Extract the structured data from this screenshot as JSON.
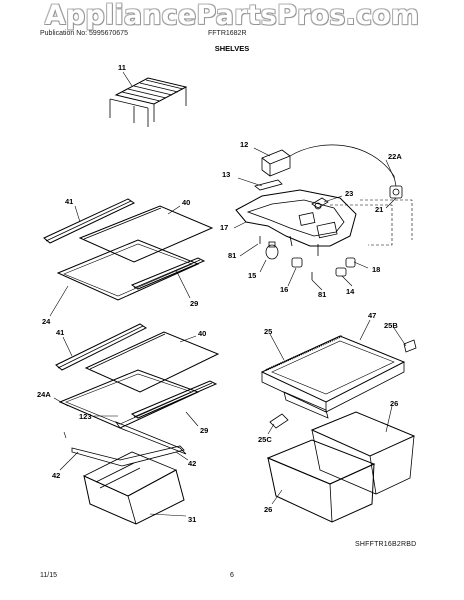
{
  "watermark": "AppliancePartsPros.com",
  "header": {
    "publication": "Publication No: 5995670675",
    "model": "FFTR1682R"
  },
  "section_title": "SHELVES",
  "callouts": {
    "c11": "11",
    "c12": "12",
    "c13": "13",
    "c22a": "22A",
    "c23": "23",
    "c21": "21",
    "c17": "17",
    "c81a": "81",
    "c15": "15",
    "c16": "16",
    "c81b": "81",
    "c14": "14",
    "c18": "18",
    "c41a": "41",
    "c40a": "40",
    "c29a": "29",
    "c24": "24",
    "c41b": "41",
    "c40b": "40",
    "c24a": "24A",
    "c123": "123",
    "c29b": "29",
    "c42a": "42",
    "c42b": "42",
    "c31": "31",
    "c25": "25",
    "c47": "47",
    "c25b": "25B",
    "c26a": "26",
    "c25c": "25C",
    "c26b": "26"
  },
  "diagram_code": "SHFFTR16B2RBD",
  "footer": {
    "date": "11/15",
    "page": "6"
  }
}
